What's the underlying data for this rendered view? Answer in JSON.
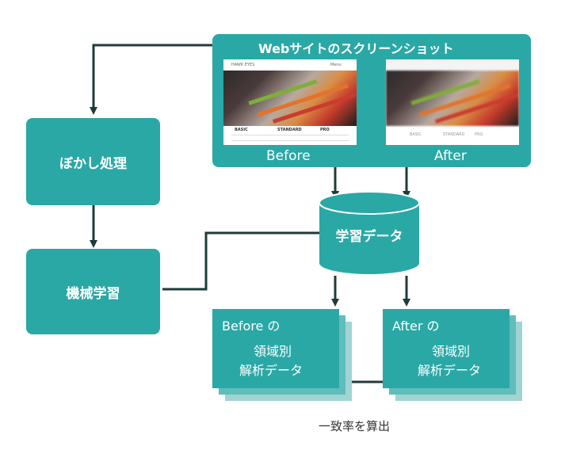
{
  "screenshot_panel": {
    "title": "Webサイトのスクリーンショット",
    "before": {
      "caption": "Before",
      "site_name": "HAWK EYES",
      "nav": "Menu",
      "plans": [
        "BASIC",
        "STANDARD",
        "PRO"
      ]
    },
    "after": {
      "caption": "After",
      "plans": [
        "BASIC",
        "STANDARD",
        "PRO"
      ]
    }
  },
  "blur_box": {
    "label": "ぼかし処理"
  },
  "ml_box": {
    "label": "機械学習"
  },
  "learning_db": {
    "label": "学習データ"
  },
  "before_analysis": {
    "title": "Before の",
    "line1": "領域別",
    "line2": "解析データ"
  },
  "after_analysis": {
    "title": "After の",
    "line1": "領域別",
    "line2": "解析データ"
  },
  "match_label": "一致率を算出",
  "colors": {
    "teal": "#2aa8a6",
    "teal_light": "#9fd4d3",
    "arrow": "#1f3b3a"
  }
}
